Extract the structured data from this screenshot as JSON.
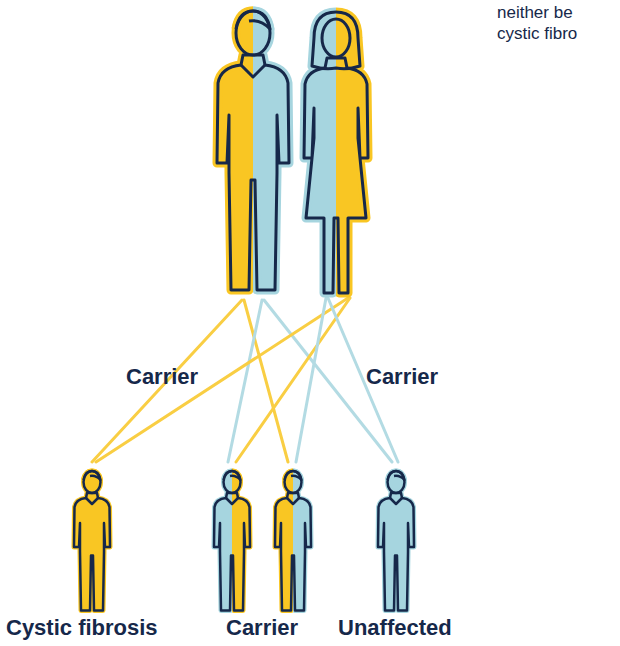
{
  "diagram": {
    "labels": [
      "neither be",
      "cystic fibro",
      "Carrier",
      "Carrier",
      "Cystic fibrosis",
      "Carrier",
      "Unaffected"
    ]
  }
}
